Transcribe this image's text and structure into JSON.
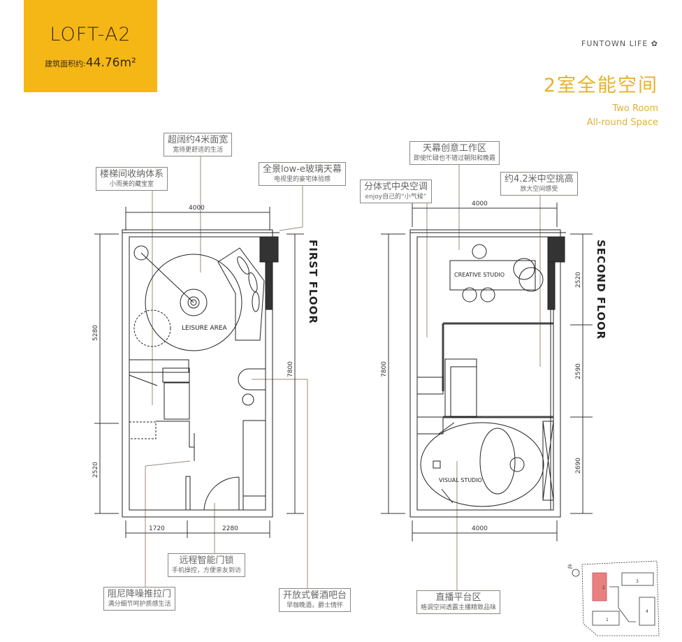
{
  "brand": {
    "title": "LOFT-A2",
    "area_label": "建筑面积约:",
    "area_value": "44.76m²",
    "color": "#f5b716"
  },
  "logo": "FUNTOWN  LIFE ✿",
  "headline": {
    "title": "2室全能空间",
    "sub1": "Two Room",
    "sub2": "All-round Space",
    "color": "#e8b22a"
  },
  "first_floor": {
    "label": "FIRST FLOOR",
    "room": "LEISURE AREA",
    "dims": {
      "top": "4000",
      "left_upper": "5280",
      "left_lower": "2520",
      "right": "7800",
      "bottom_left": "1720",
      "bottom_right": "2280"
    },
    "callouts": [
      {
        "title": "楼梯间收纳体系",
        "sub": "小而美的藏宝室"
      },
      {
        "title": "超阔约4米面宽",
        "sub": "宽待更舒适的生活"
      },
      {
        "title": "全景low-e玻璃天幕",
        "sub": "电视里的豪宅体验感"
      },
      {
        "title": "远程智能门锁",
        "sub": "手机操控，方便亲友到访"
      },
      {
        "title": "阻尼降噪推拉门",
        "sub": "满分细节呵护质感生活"
      },
      {
        "title": "开放式餐酒吧台",
        "sub": "早咖晚酒，爵士情怀"
      }
    ]
  },
  "second_floor": {
    "label": "SECOND FLOOR",
    "rooms": [
      "CREATIVE STUDIO",
      "VISUAL STUDIO"
    ],
    "dims": {
      "top": "4000",
      "left": "7800",
      "right_1": "2520",
      "right_2": "2590",
      "right_3": "2690",
      "bottom": "4000"
    },
    "callouts": [
      {
        "title": "天幕创意工作区",
        "sub": "即使忙碌也不错过朝阳和晚霞"
      },
      {
        "title": "分体式中央空调",
        "sub": "enjoy自己的“小气候”"
      },
      {
        "title": "约4.2米中空挑高",
        "sub": "放大空间感受"
      },
      {
        "title": "直播平台区",
        "sub": "格调空间透露主播精致品味"
      }
    ]
  },
  "site_map": {
    "north": "北",
    "buildings": [
      "1",
      "2",
      "3",
      "4"
    ],
    "highlight_color": "#e88080"
  }
}
